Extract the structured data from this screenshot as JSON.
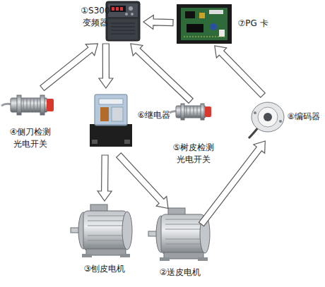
{
  "diagram": {
    "nodes": [
      {
        "text": [
          "①S300 变频器"
        ]
      },
      {
        "text": [
          "⑦PG 卡"
        ]
      },
      {
        "text": [
          "④侧刀检测 光电开关"
        ]
      },
      {
        "text": [
          "⑥继电器"
        ]
      },
      {
        "text": [
          "⑤树皮检测 光电开关"
        ]
      },
      {
        "text": [
          "⑧编码器"
        ]
      },
      {
        "text": [
          "③刨皮电机"
        ]
      },
      {
        "text": [
          "②送皮电机"
        ]
      }
    ],
    "edges": [
      {
        "from": 1,
        "to": 0,
        "arrow": "to"
      },
      {
        "from": 0,
        "to": 3,
        "arrow": "to"
      },
      {
        "from": 2,
        "to": 0,
        "arrow": "to"
      },
      {
        "from": 4,
        "to": 0,
        "arrow": "to"
      },
      {
        "from": 5,
        "to": 1,
        "arrow": "to"
      },
      {
        "from": 3,
        "to": 6,
        "arrow": "to"
      },
      {
        "from": 3,
        "to": 7,
        "arrow": "to"
      },
      {
        "from": 7,
        "to": 5,
        "arrow": "to"
      }
    ]
  }
}
